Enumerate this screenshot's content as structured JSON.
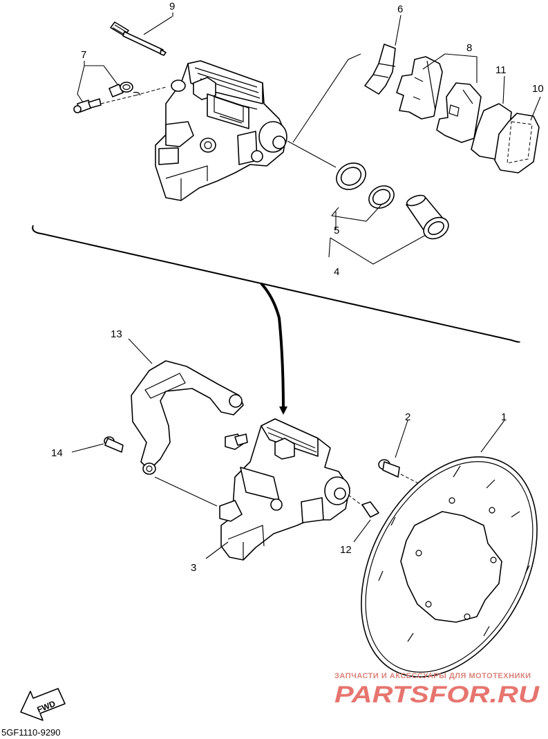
{
  "diagram": {
    "callouts": [
      "1",
      "2",
      "3",
      "4",
      "5",
      "6",
      "7",
      "8",
      "9",
      "10",
      "11",
      "12",
      "13",
      "14"
    ],
    "direction_badge": "FWD",
    "diagram_code": "5GF1110-9290"
  },
  "watermark": {
    "caption": "ЗАПЧАСТИ И АКСЕССУАРЫ ДЛЯ МОТОТЕХНИКИ",
    "logo_text": "PARTSFOR.RU"
  }
}
